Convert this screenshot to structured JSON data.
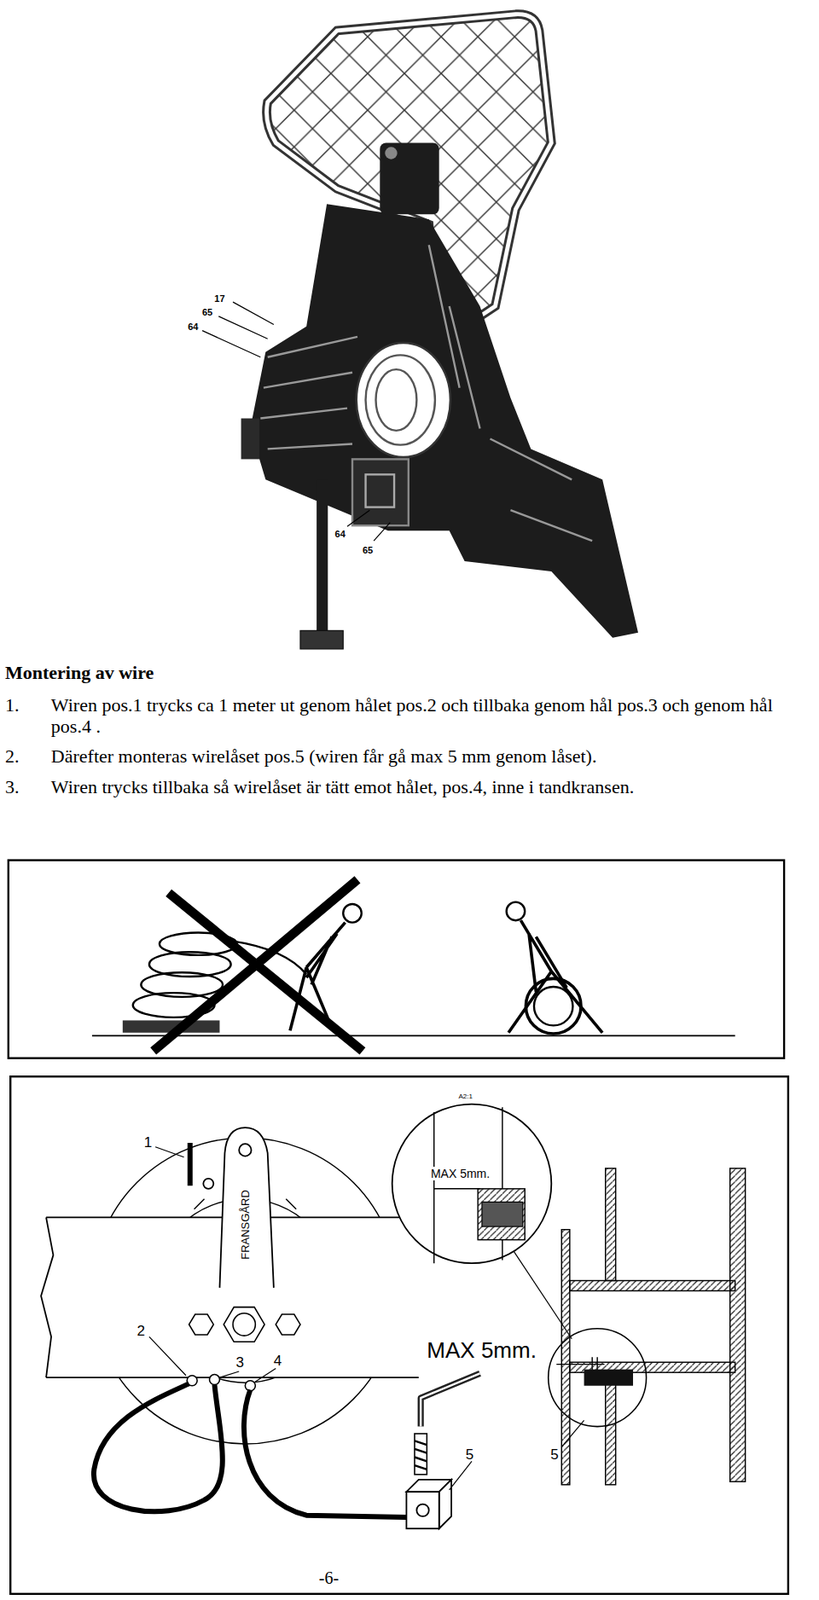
{
  "diagram": {
    "title": "Montering av wire",
    "labels": [
      "17",
      "65",
      "64",
      "64",
      "65",
      "1.",
      "Wiren pos.1 trycks ca 1 meter ut genom hålet pos.2 och tillbaka genom hål pos.3 och genom hål pos.4 .",
      "2.",
      "Därefter monteras wirelåset pos.5 (wiren får gå max 5 mm genom låset).",
      "3.",
      "Wiren trycks tillbaka så wirelåset är tätt emot hålet, pos.4, inne i tandkransen.",
      "1",
      "FRANSGÅRD",
      "A2:1",
      "MAX 5mm.",
      "2",
      "3",
      "4",
      "MAX 5mm.",
      "5",
      "5",
      "-6-"
    ]
  }
}
